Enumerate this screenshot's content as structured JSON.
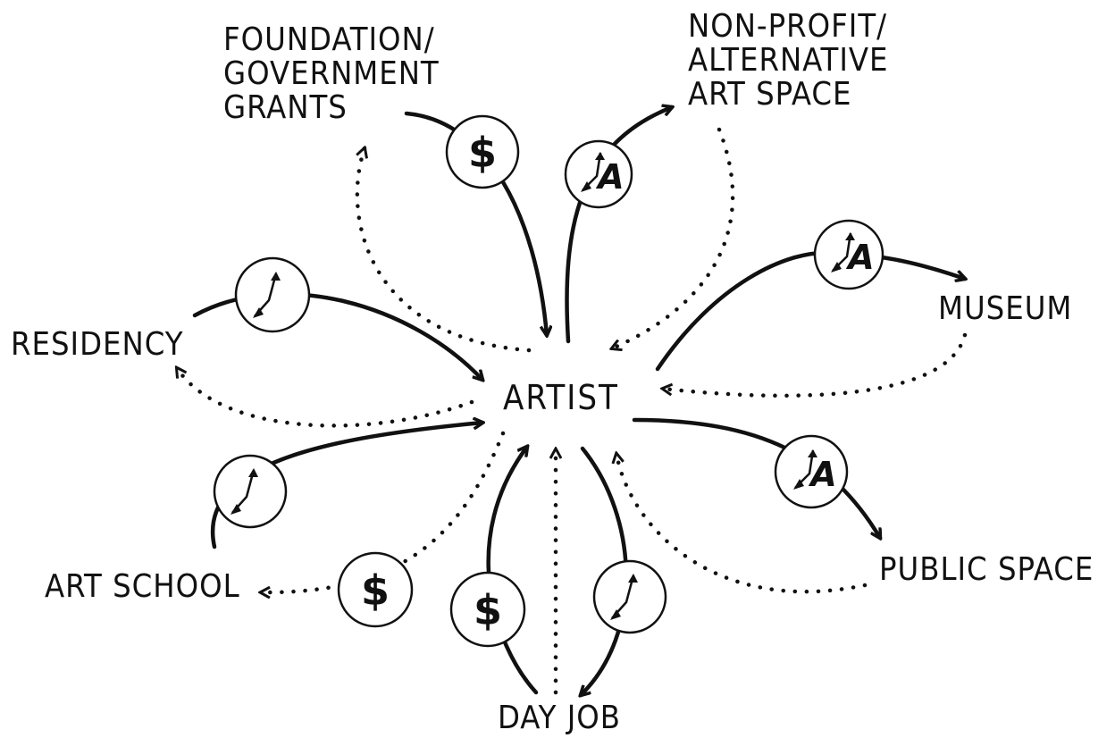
{
  "nodes": {
    "artist": "ARTIST",
    "foundation": [
      "FOUNDATION/",
      "GOVERNMENT",
      "GRANTS"
    ],
    "nonprofit": [
      "NON-PROFIT/",
      "ALTERNATIVE",
      "ART SPACE"
    ],
    "museum": "MUSEUM",
    "residency": "RESIDENCY",
    "public_space": "PUBLIC SPACE",
    "art_school": "ART SCHOOL",
    "day_job": "DAY JOB"
  },
  "badges": {
    "money": "$",
    "art": "A",
    "time": ""
  },
  "icons": {
    "money": "dollar-icon",
    "art": "art-time-icon",
    "time": "clock-icon"
  },
  "colors": {
    "ink": "#111111",
    "background": "#ffffff"
  }
}
